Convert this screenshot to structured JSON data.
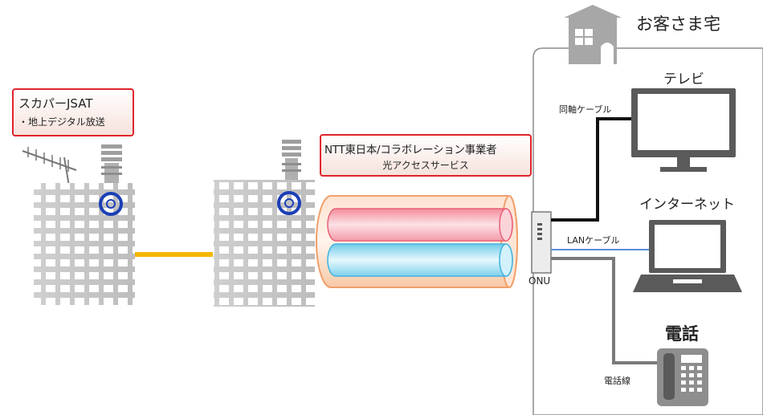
{
  "broadcaster_box": {
    "line1": "スカパーJSAT",
    "line2": "・地上デジタル放送"
  },
  "carrier_box": {
    "line1": "NTT東日本/コラボレーション事業者",
    "line2": "光アクセスサービス"
  },
  "home": {
    "title": "お客さま宅"
  },
  "devices": {
    "tv": "テレビ",
    "internet": "インターネット",
    "phone": "電話",
    "onu": "ONU"
  },
  "cables": {
    "coax": "同軸ケーブル",
    "lan": "LANケーブル",
    "phone_line": "電話線"
  },
  "colors": {
    "label_border": "#e0242b",
    "fiber_gold": "#f2b705",
    "ring_blue": "#1b3fb5",
    "fiber_outer": "#f6c9a8",
    "fiber_red": "#f5a0ad",
    "fiber_cyan": "#8fd8ef",
    "lan_blue": "#5b8fd6"
  }
}
